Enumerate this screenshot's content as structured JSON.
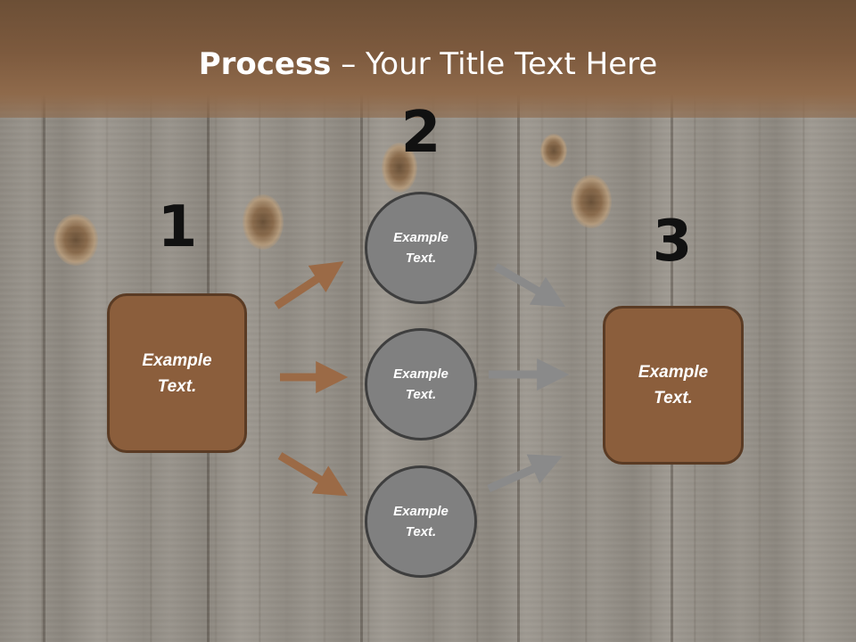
{
  "slide": {
    "title_bold": "Process",
    "title_rest": " – Your Title Text Here"
  },
  "steps": {
    "one": "1",
    "two": "2",
    "three": "3"
  },
  "boxes": {
    "left": "Example\nText.",
    "right": "Example\nText."
  },
  "circles": {
    "top": "Example\nText.",
    "middle": "Example\nText.",
    "bottom": "Example\nText."
  },
  "colors": {
    "box_fill": "#8b5e3c",
    "circle_fill": "#808080",
    "arrow_brown": "#9b6a46",
    "arrow_gray": "#8a8a8a",
    "header": "#7d5a3e"
  }
}
